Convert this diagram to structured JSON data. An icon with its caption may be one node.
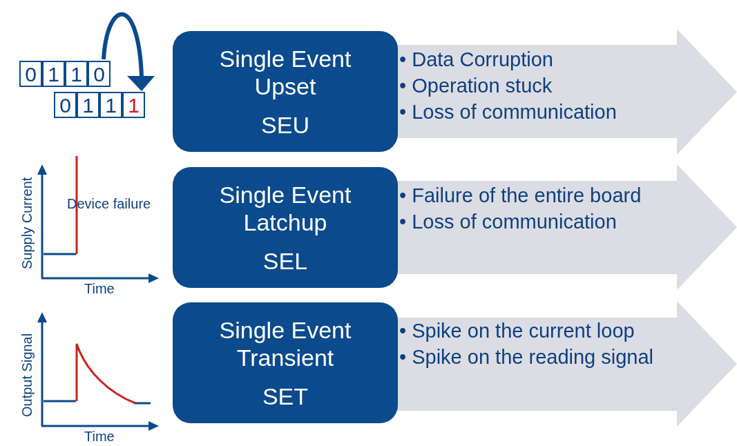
{
  "diagram": {
    "nodes": [
      {
        "text": [
          "Single Event Upset",
          "SEU"
        ]
      },
      {
        "text": [
          "• Data Corruption",
          "• Operation stuck",
          "• Loss of communication"
        ]
      },
      {
        "text": [
          "Single Event Latchup",
          "SEL"
        ]
      },
      {
        "text": [
          "• Failure of the entire board",
          "• Loss of communication"
        ]
      },
      {
        "text": [
          "Single Event Transient",
          "SET"
        ]
      },
      {
        "text": [
          "• Spike on the current loop",
          "• Spike on the reading signal"
        ]
      }
    ],
    "labels": [
      "0",
      "1",
      "1",
      "0",
      "0",
      "1",
      "1",
      "1",
      "Supply Current",
      "Device failure",
      "Time",
      "Output Signal",
      "Time"
    ]
  }
}
